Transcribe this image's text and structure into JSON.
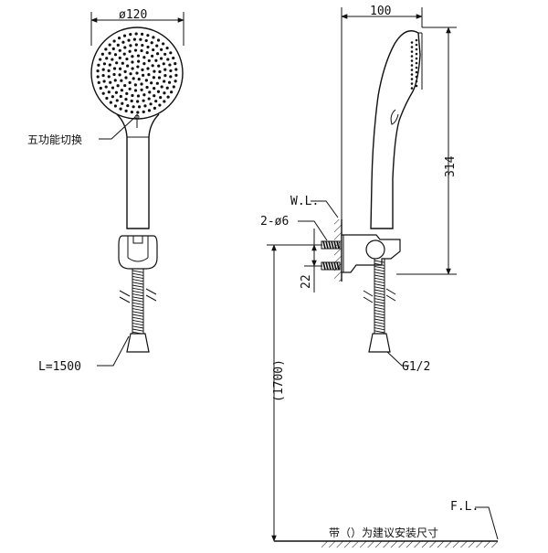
{
  "front_view": {
    "diameter_label": "ø120",
    "function_label": "五功能切换",
    "hose_length_label": "L=1500"
  },
  "side_view": {
    "depth_label": "100",
    "height_label": "314",
    "wall_level_label": "W.L.",
    "anchor_label": "2-ø6",
    "bracket_gap_label": "22",
    "mount_height_label": "(1700)",
    "thread_label": "G1/2",
    "floor_level_label": "F.L.",
    "note_label": "带（）为建议安装尺寸"
  }
}
